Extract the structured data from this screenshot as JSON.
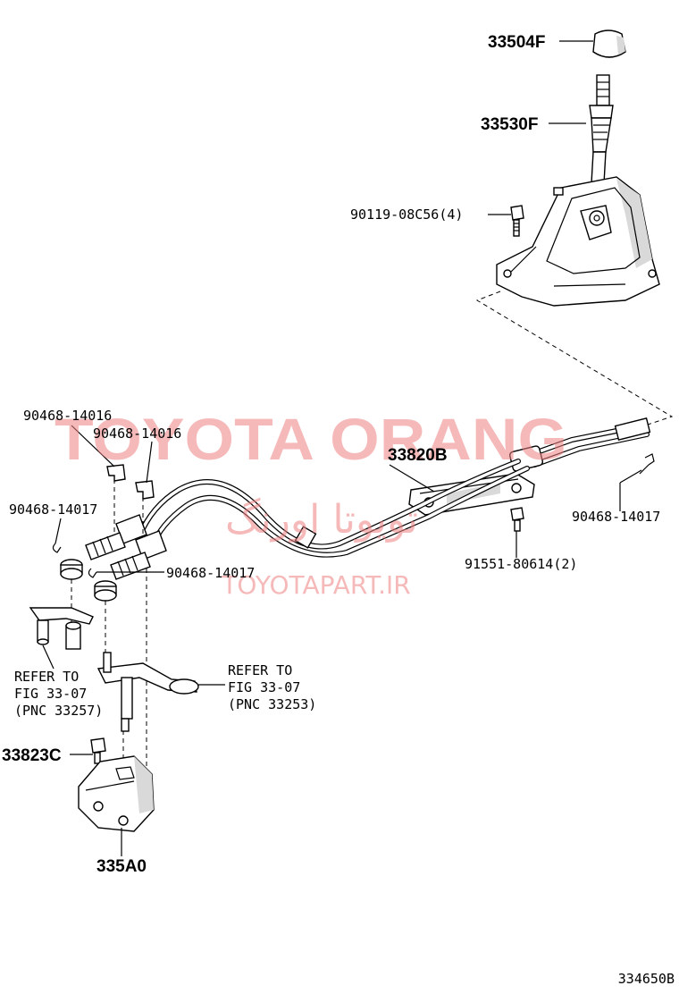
{
  "parts": {
    "knob": "33504F",
    "lever": "33530F",
    "bolt_lever": "90119-08C56(4)",
    "clip_left_1": "90468-14016",
    "clip_left_2": "90468-14016",
    "cable": "33820B",
    "clip_right": "90468-14017",
    "clip_left_3": "90468-14017",
    "clip_center": "90468-14017",
    "screw": "91551-80614(2)",
    "bolt_bracket": "33823C",
    "bracket": "335A0"
  },
  "refer_left": [
    "REFER TO",
    "FIG 33-07",
    "(PNC 33257)"
  ],
  "refer_right": [
    "REFER TO",
    "FIG 33-07",
    "(PNC 33253)"
  ],
  "watermark": {
    "main": "TOYOTA ORANG",
    "persian": "تویوتا اورنگ",
    "site": "TOYOTAPART.IR"
  },
  "figure_code": "334650B"
}
